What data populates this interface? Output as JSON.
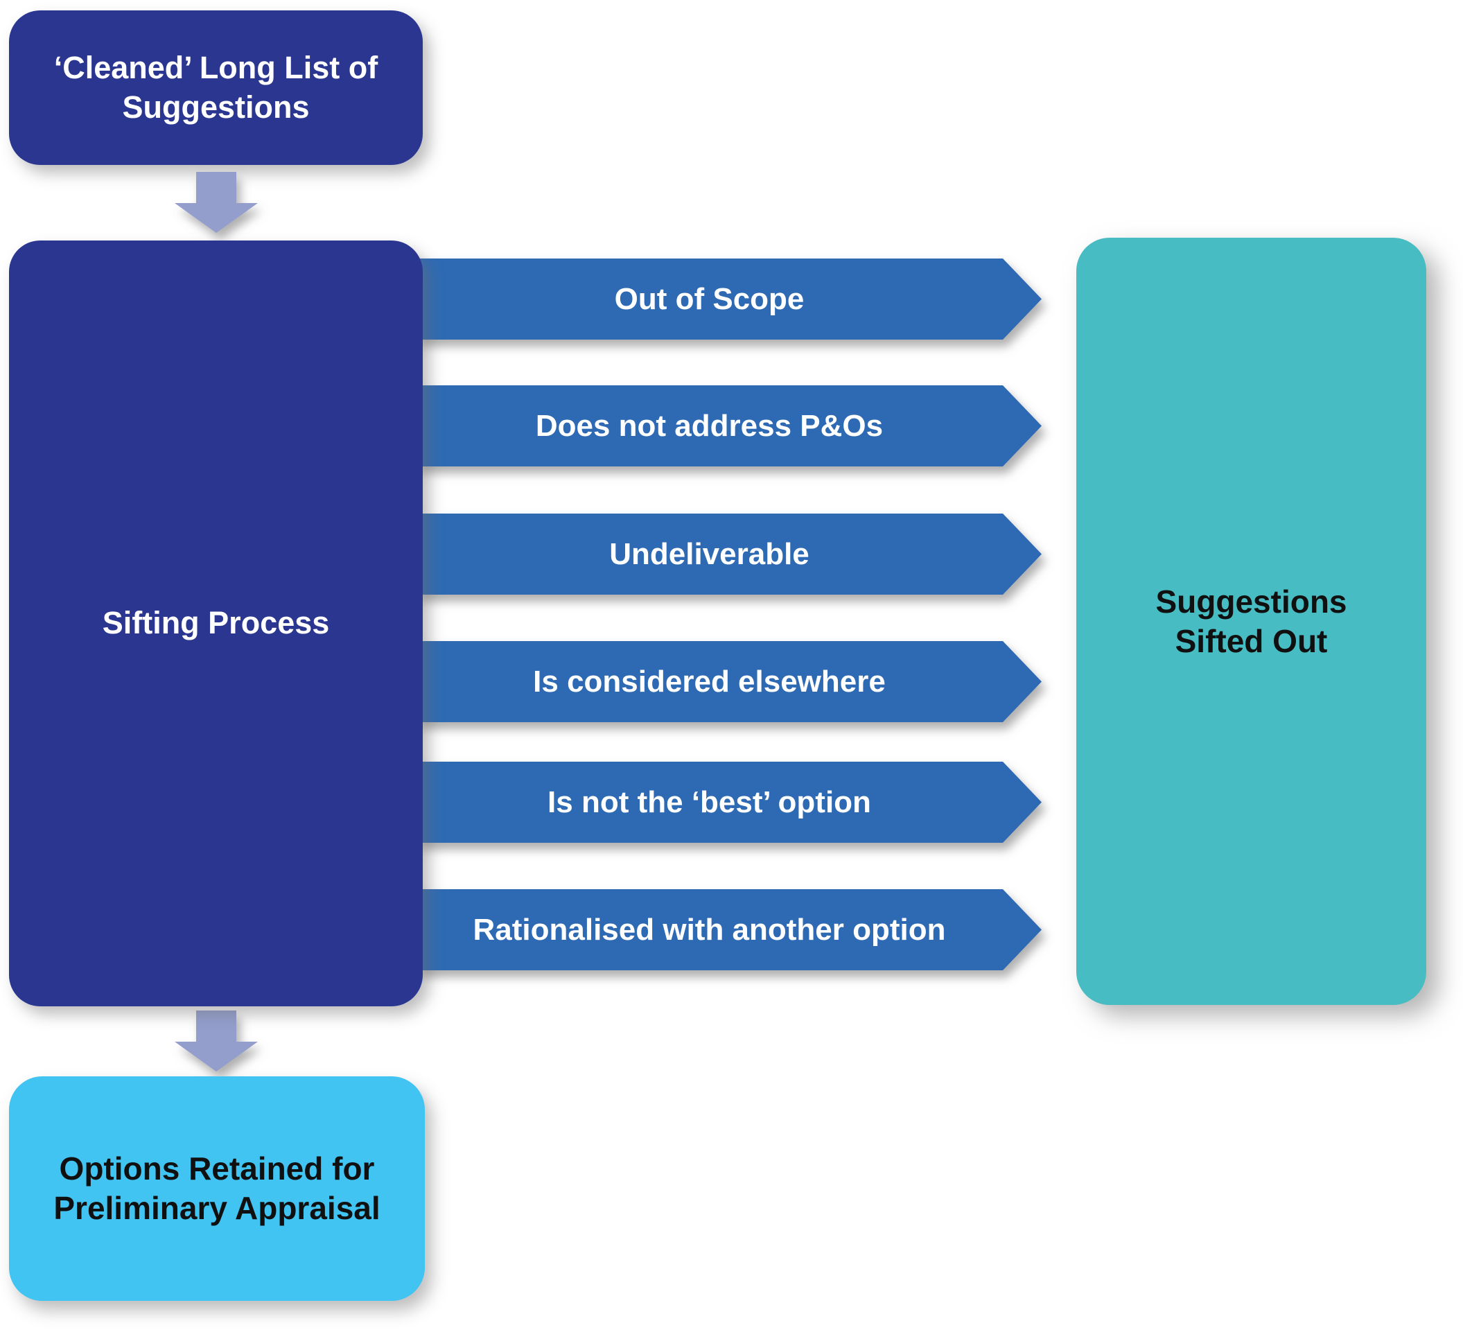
{
  "colors": {
    "navy": "#2A3690",
    "arrowblue": "#2D6AB4",
    "teal": "#48BCC3",
    "lightblue": "#41C4F2",
    "lavender": "#939ECD"
  },
  "flow": {
    "top_box": {
      "label": "‘Cleaned’ Long List of\nSuggestions"
    },
    "process_box": {
      "label": "Sifting Process"
    },
    "sift_reasons": [
      {
        "label": "Out of Scope"
      },
      {
        "label": "Does not address P&Os"
      },
      {
        "label": "Undeliverable"
      },
      {
        "label": "Is considered elsewhere"
      },
      {
        "label": "Is not the ‘best’ option"
      },
      {
        "label": "Rationalised with another option"
      }
    ],
    "sifted_out_box": {
      "label": "Suggestions\nSifted Out"
    },
    "retained_box": {
      "label": "Options Retained for\nPreliminary Appraisal"
    }
  }
}
